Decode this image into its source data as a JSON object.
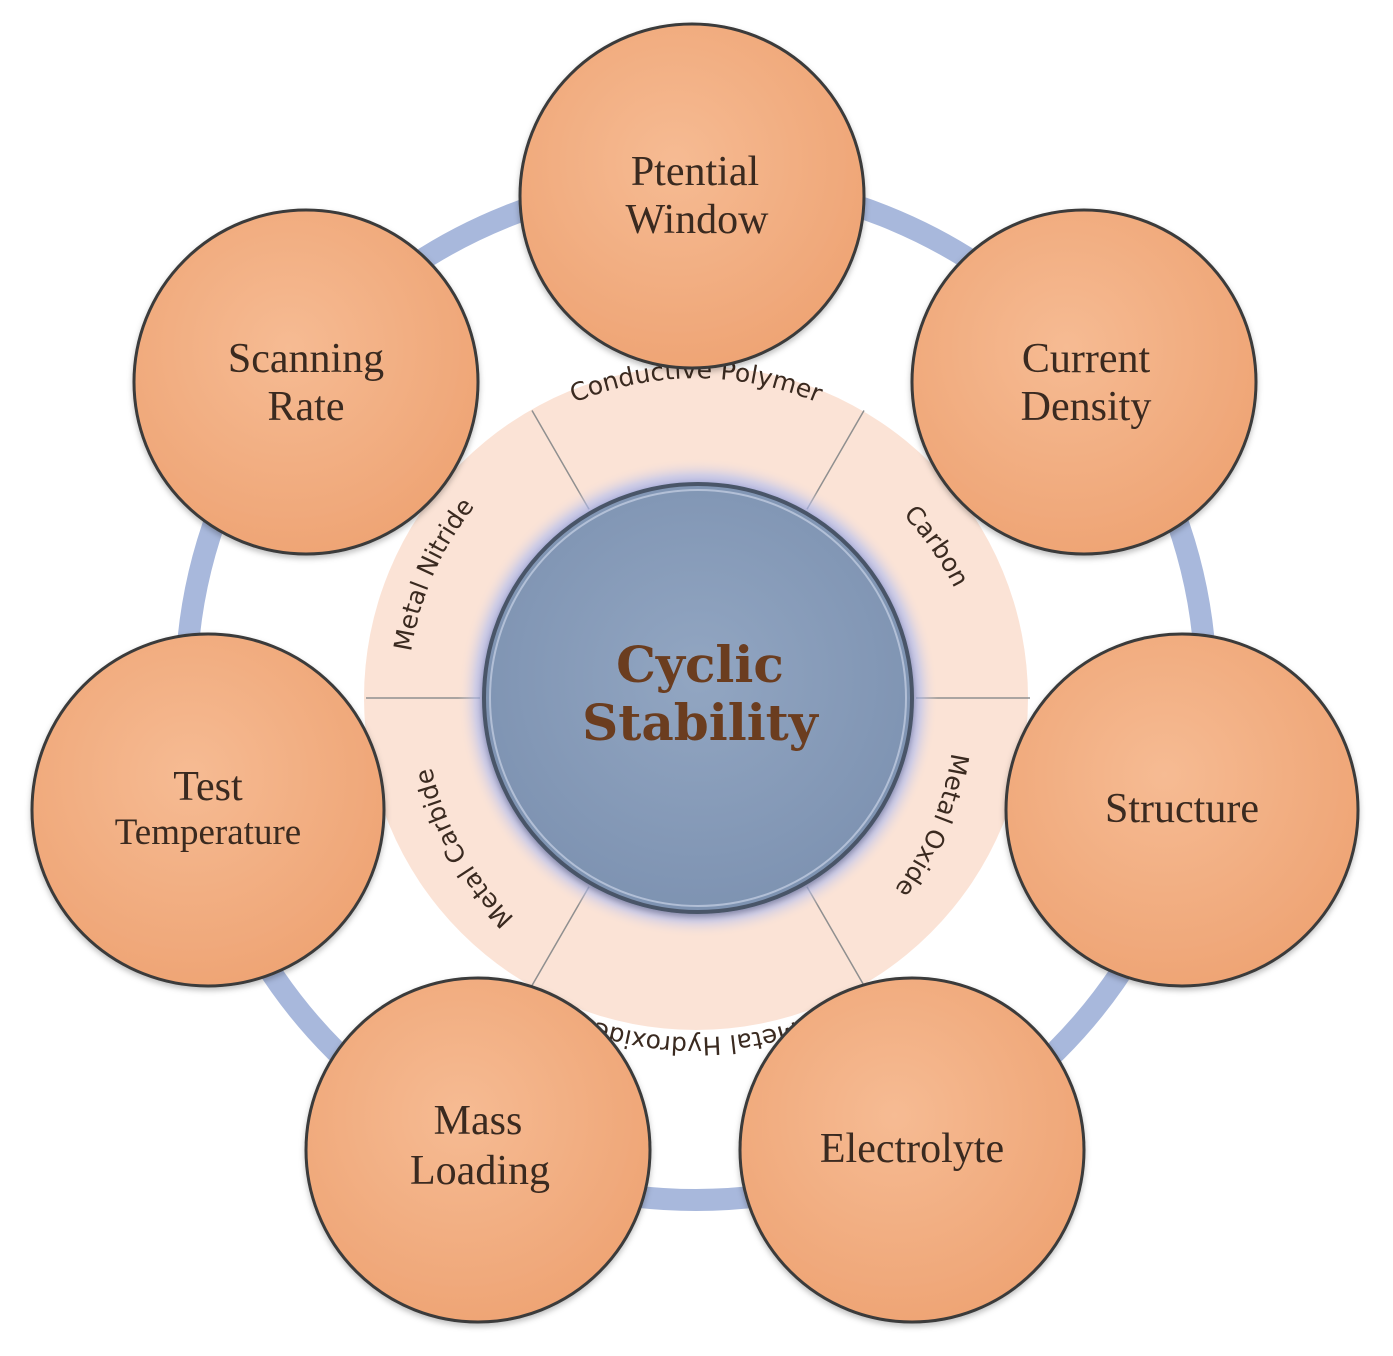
{
  "center": {
    "lines": [
      "Cyclic",
      "Stability"
    ]
  },
  "ring_segments": [
    {
      "label": "Conductive Polymer"
    },
    {
      "label": "Carbon"
    },
    {
      "label": "Metal Oxide"
    },
    {
      "label": "Metal Hydroxide"
    },
    {
      "label": "Metal Carbide"
    },
    {
      "label": "Metal Nitride"
    }
  ],
  "factors": [
    {
      "lines": [
        "Ptential",
        "Window"
      ]
    },
    {
      "lines": [
        "Current",
        "Density"
      ]
    },
    {
      "lines": [
        "Structure"
      ]
    },
    {
      "lines": [
        "Electrolyte"
      ]
    },
    {
      "lines": [
        "Mass",
        "Loading"
      ]
    },
    {
      "lines": [
        "Test",
        "Temperature"
      ]
    },
    {
      "lines": [
        "Scanning",
        "Rate"
      ]
    }
  ],
  "colors": {
    "factor_fill": "#f1ac7e",
    "factor_stroke": "#3a3a3a",
    "connector": "#a8b8dc",
    "ring_fill": "#fbe3d6",
    "ring_divider": "#8f8f8f",
    "center_fill": "#8a9fbc",
    "center_glow": "#9aa8e0",
    "center_text": "#6b3d1f"
  }
}
